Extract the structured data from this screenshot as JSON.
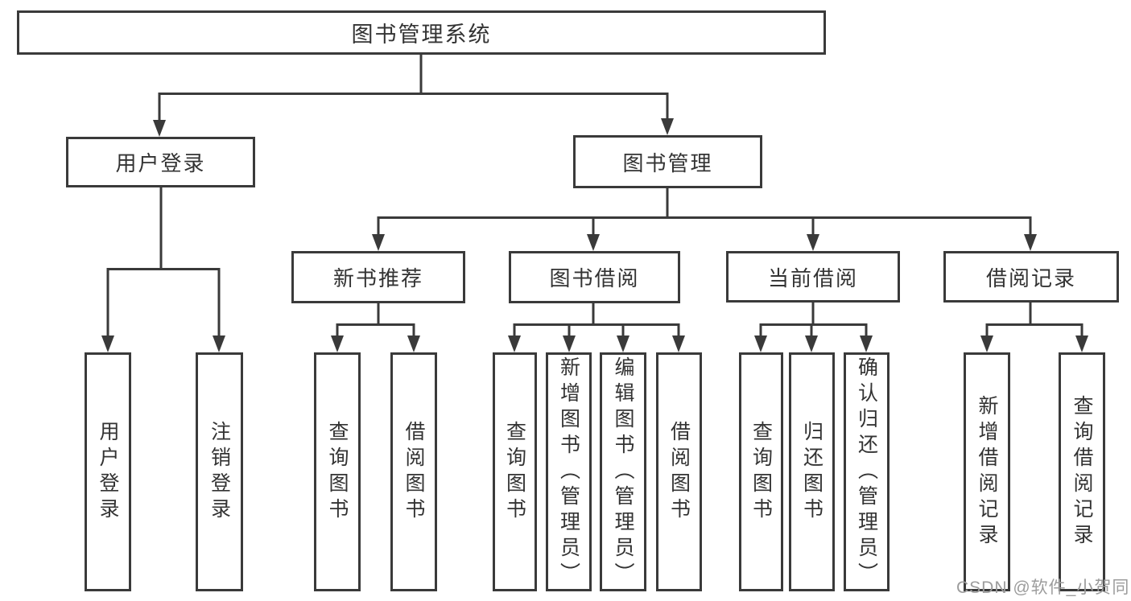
{
  "tree": {
    "root": {
      "label": "图书管理系统"
    },
    "branches": [
      {
        "label": "用户登录",
        "children": [
          {
            "label": "用户登录"
          },
          {
            "label": "注销登录"
          }
        ]
      },
      {
        "label": "图书管理",
        "children": [
          {
            "label": "新书推荐",
            "children": [
              {
                "label": "查询图书"
              },
              {
                "label": "借阅图书"
              }
            ]
          },
          {
            "label": "图书借阅",
            "children": [
              {
                "label": "查询图书"
              },
              {
                "label": "新增图书（管理员）"
              },
              {
                "label": "编辑图书（管理员）"
              },
              {
                "label": "借阅图书"
              }
            ]
          },
          {
            "label": "当前借阅",
            "children": [
              {
                "label": "查询图书"
              },
              {
                "label": "归还图书"
              },
              {
                "label": "确认归还（管理员）"
              }
            ]
          },
          {
            "label": "借阅记录",
            "children": [
              {
                "label": "新增借阅记录"
              },
              {
                "label": "查询借阅记录"
              }
            ]
          }
        ]
      }
    ]
  },
  "watermark": {
    "text": "CSDN @软件_小贺同学"
  },
  "colors": {
    "line": "#3a3a3a",
    "text": "#333333",
    "background": "#ffffff",
    "watermark": "#9c9c9c"
  }
}
